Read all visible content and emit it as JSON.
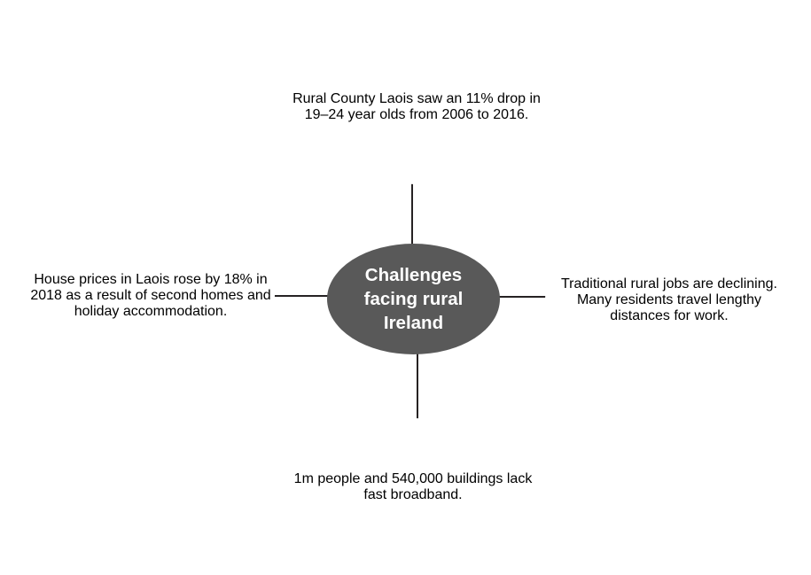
{
  "diagram": {
    "type": "mind-map",
    "background": "#ffffff",
    "colors": {
      "stroke": "#262223",
      "hub_fill": "#595959",
      "hub_text": "#ffffff",
      "node_text": "#312d2e"
    },
    "hub": {
      "label": "Challenges\nfacing rural\nIreland"
    },
    "nodes": [
      {
        "id": "population-drop",
        "position": "top",
        "text": "Rural County Laois\nsaw an 11% drop in\n19–24 year olds\nfrom 2006 to 2016."
      },
      {
        "id": "declining-jobs",
        "position": "right",
        "text": "Traditional rural jobs\nare declining. Many\nresidents travel lengthy\ndistances for work."
      },
      {
        "id": "broadband",
        "position": "bottom",
        "text": "1m people and\n540,000 buildings\nlack fast broadband."
      },
      {
        "id": "house-prices",
        "position": "left",
        "text": "House prices in\nLaois rose by 18% in\n2018 as a result of\nsecond homes\nand holiday\naccommodation."
      }
    ]
  }
}
